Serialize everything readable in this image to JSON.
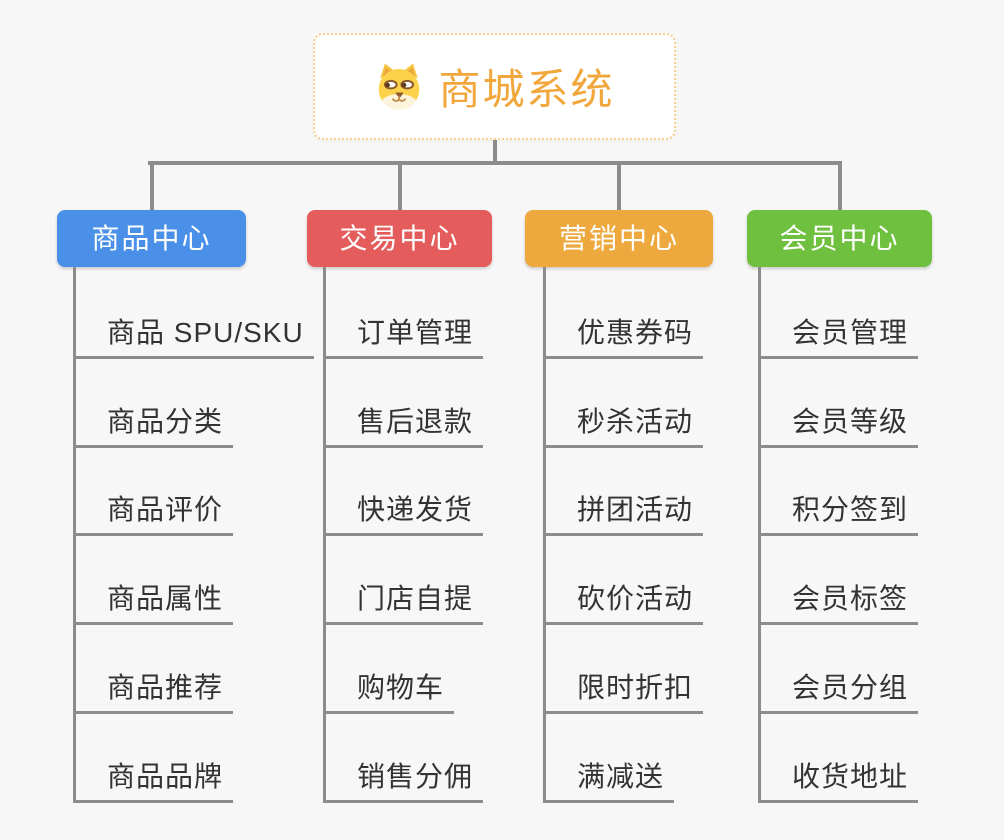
{
  "page": {
    "background_color": "#f7f7f7",
    "connector_color": "#8c8c8c"
  },
  "root": {
    "title": "商城系统",
    "icon": "dog-face-icon",
    "text_color": "#f1a73c",
    "border_color": "#f7ce8e"
  },
  "branches": [
    {
      "label": "商品中心",
      "color": "#4a90e8",
      "children": [
        "商品 SPU/SKU",
        "商品分类",
        "商品评价",
        "商品属性",
        "商品推荐",
        "商品品牌"
      ]
    },
    {
      "label": "交易中心",
      "color": "#e45c5c",
      "children": [
        "订单管理",
        "售后退款",
        "快递发货",
        "门店自提",
        "购物车",
        "销售分佣"
      ]
    },
    {
      "label": "营销中心",
      "color": "#eda93d",
      "children": [
        "优惠券码",
        "秒杀活动",
        "拼团活动",
        "砍价活动",
        "限时折扣",
        "满减送"
      ]
    },
    {
      "label": "会员中心",
      "color": "#70c040",
      "children": [
        "会员管理",
        "会员等级",
        "积分签到",
        "会员标签",
        "会员分组",
        "收货地址"
      ]
    }
  ]
}
